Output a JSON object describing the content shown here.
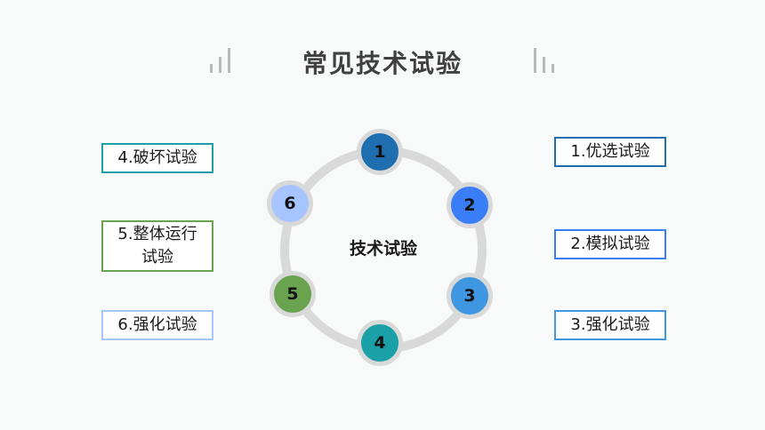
{
  "title": "常见技术试验",
  "center": "技术试验",
  "nodes": [
    {
      "label": "1",
      "color": "#1f6fb0"
    },
    {
      "label": "2",
      "color": "#3a7ef7"
    },
    {
      "label": "3",
      "color": "#3e97e0"
    },
    {
      "label": "4",
      "color": "#1aa0a6"
    },
    {
      "label": "5",
      "color": "#6aa34f"
    },
    {
      "label": "6",
      "color": "#a6c4ff"
    }
  ],
  "left_boxes": [
    {
      "text": "4.破坏试验",
      "border": "#1aa0a6"
    },
    {
      "text": "5.整体运行试验",
      "border": "#6aa34f"
    },
    {
      "text": "6.强化试验",
      "border": "#a6c4ff"
    }
  ],
  "right_boxes": [
    {
      "text": "1.优选试验",
      "border": "#1f6fb0"
    },
    {
      "text": "2.模拟试验",
      "border": "#3a7ef7"
    },
    {
      "text": "3.强化试验",
      "border": "#3e97e0"
    }
  ]
}
